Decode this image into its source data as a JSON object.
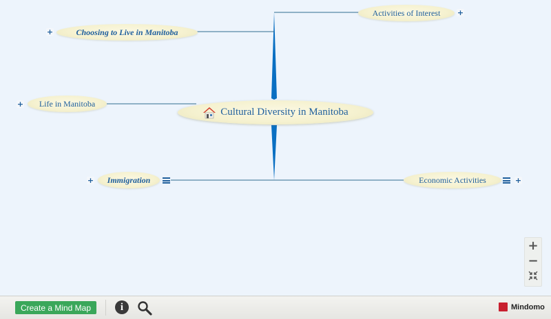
{
  "mindmap": {
    "central": {
      "label": "Cultural Diversity in Manitoba",
      "icon": "house-icon"
    },
    "topics": [
      {
        "id": "choosing",
        "label": "Choosing to Live in Manitoba",
        "style": "bold-italic",
        "side": "left",
        "collapsed": true
      },
      {
        "id": "activities",
        "label": "Activities of Interest",
        "style": "normal",
        "side": "right",
        "collapsed": true
      },
      {
        "id": "life",
        "label": "Life in Manitoba",
        "style": "normal",
        "side": "left",
        "collapsed": true
      },
      {
        "id": "immigration",
        "label": "Immigration",
        "style": "bold-italic",
        "side": "left",
        "collapsed": true,
        "has_notes": true
      },
      {
        "id": "economic",
        "label": "Economic Activities",
        "style": "normal",
        "side": "right",
        "collapsed": true,
        "has_notes": true
      }
    ],
    "expander_symbol": "+",
    "connector_color": "#0a6fc2",
    "line_color": "#2f6b8f"
  },
  "zoom_controls": {
    "zoom_in": "+",
    "zoom_out": "−",
    "fit_icon": "fit-to-screen-icon"
  },
  "footer": {
    "create_button": "Create a Mind Map",
    "info_icon_glyph": "i",
    "brand": "Mindomo",
    "button_color": "#3aa75a"
  }
}
